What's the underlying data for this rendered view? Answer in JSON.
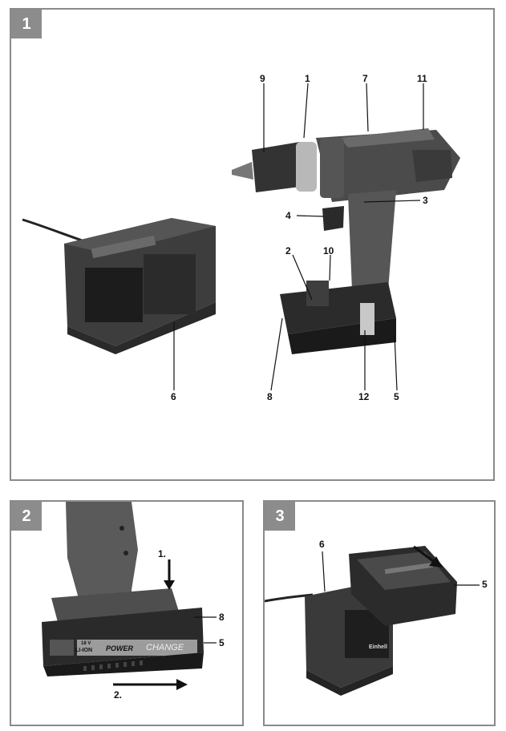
{
  "figures": [
    {
      "number": "1"
    },
    {
      "number": "2"
    },
    {
      "number": "3"
    }
  ],
  "fig1_labels": [
    "9",
    "1",
    "7",
    "11",
    "3",
    "4",
    "2",
    "10",
    "6",
    "8",
    "12",
    "5"
  ],
  "fig2_labels": [
    "8",
    "5"
  ],
  "fig2_steps": [
    "1.",
    "2."
  ],
  "fig3_labels": [
    "6",
    "5"
  ],
  "battery_text": {
    "voltage": "18 V",
    "type": "LI-ION",
    "power": "POWER",
    "change": "CHANGE",
    "brand": "Einhell"
  },
  "colors": {
    "panel_border": "#8a8a8a",
    "badge": "#8c8c8c"
  }
}
